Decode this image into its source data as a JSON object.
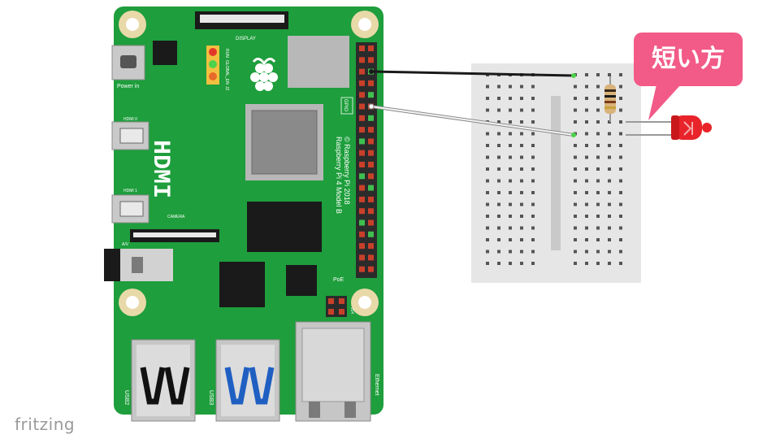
{
  "board": {
    "display_label": "DISPLAY",
    "power_label": "Power in",
    "hdmi0_label": "HDMI 0",
    "hdmi1_label": "HDMI 1",
    "hdmi_big_label": "HDMI",
    "camera_label": "CAMERA",
    "av_label": "A/V",
    "gpio_label": "GPIO",
    "model_line1": "Raspberry Pi 4 Model B",
    "model_line2": "© Raspberry Pi 2018",
    "poe_label": "PoE",
    "usb2_label": "USB2",
    "usb3_label": "USB3",
    "ethernet_label": "Ethernet",
    "led_labels": [
      "RUN",
      "GLOBAL_EN",
      "J2"
    ],
    "j14_label": "J14"
  },
  "callout": {
    "text": "短い方"
  },
  "footer": {
    "brand": "fritzing"
  },
  "colors": {
    "pcb": "#1e9e3c",
    "breadboard": "#e6e6e6",
    "callout": "#f25a87",
    "led": "#e8242a",
    "wire_black": "#1a1a1a",
    "wire_white": "#f4f4f4"
  }
}
